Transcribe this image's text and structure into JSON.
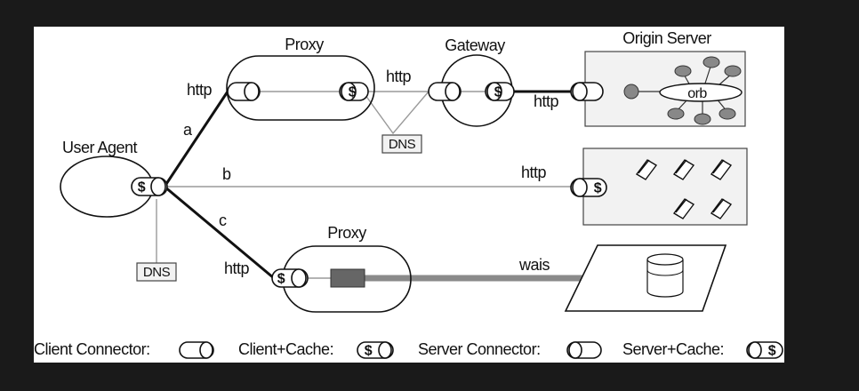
{
  "labels": {
    "proxy_top": "Proxy",
    "gateway": "Gateway",
    "origin_server": "Origin Server",
    "user_agent": "User Agent",
    "proxy_bottom": "Proxy",
    "orb": "orb",
    "dns_top": "DNS",
    "dns_left": "DNS",
    "http_a": "http",
    "http_proxy_gateway": "http",
    "http_gateway_origin": "http",
    "http_b": "http",
    "http_c": "http",
    "wais": "wais",
    "path_a": "a",
    "path_b": "b",
    "path_c": "c",
    "dollar": "$"
  },
  "legend": {
    "client_connector": "Client Connector:",
    "client_cache": "Client+Cache:",
    "server_connector": "Server Connector:",
    "server_cache": "Server+Cache:"
  }
}
